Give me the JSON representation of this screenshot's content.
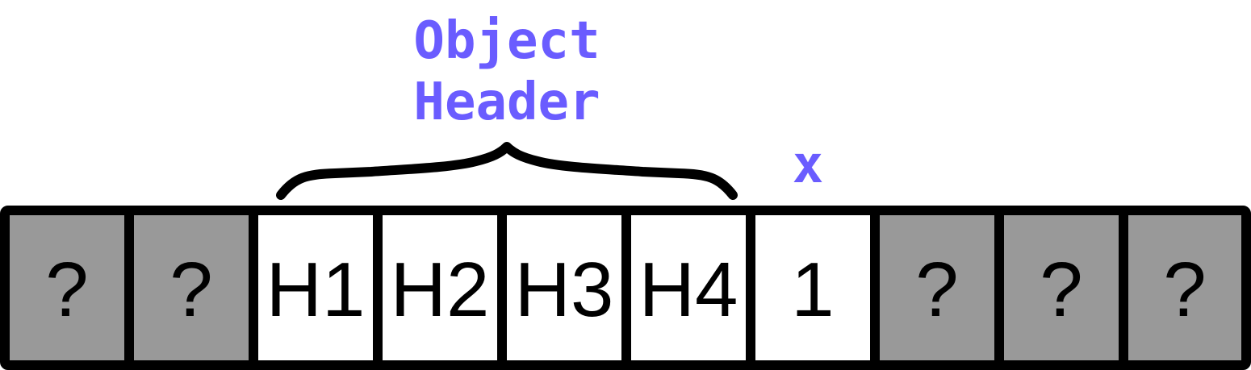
{
  "title_lines": [
    "Object",
    "Header"
  ],
  "pointer_label": "x",
  "cells": [
    {
      "text": "?",
      "known": false
    },
    {
      "text": "?",
      "known": false
    },
    {
      "text": "H1",
      "known": true
    },
    {
      "text": "H2",
      "known": true
    },
    {
      "text": "H3",
      "known": true
    },
    {
      "text": "H4",
      "known": true
    },
    {
      "text": "1",
      "known": true
    },
    {
      "text": "?",
      "known": false
    },
    {
      "text": "?",
      "known": false
    },
    {
      "text": "?",
      "known": false
    }
  ],
  "colors": {
    "accent": "#6a5cff",
    "unknown_fill": "#999999",
    "known_fill": "#ffffff",
    "border": "#000000"
  }
}
